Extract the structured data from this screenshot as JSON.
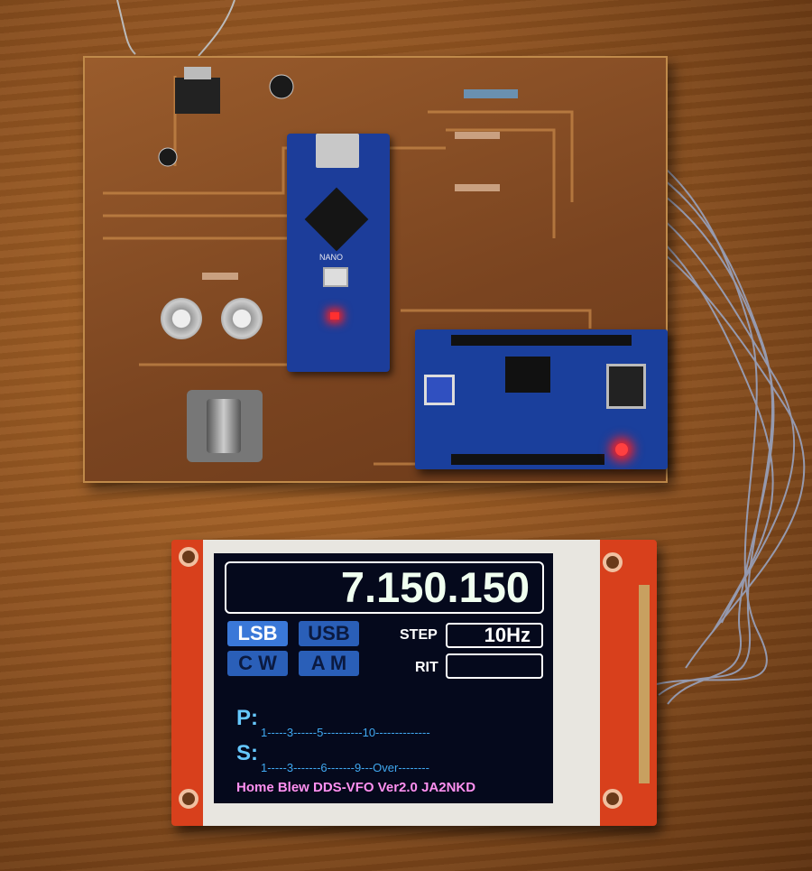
{
  "nano": {
    "label": "NANO"
  },
  "display": {
    "frequency": "7.150.150",
    "modes": [
      {
        "label": "LSB",
        "active": true
      },
      {
        "label": "USB",
        "active": false
      },
      {
        "label": "C W",
        "active": false
      },
      {
        "label": "A M",
        "active": false
      }
    ],
    "step_label": "STEP",
    "step_value": "10Hz",
    "rit_label": "RIT",
    "rit_value": "",
    "power_label": "P:",
    "power_scale": "1-----3------5----------10--------------",
    "s_label": "S:",
    "s_scale": "1-----3-------6-------9---Over--------",
    "footer": "Home Blew DDS-VFO Ver2.0 JA2NKD"
  },
  "colors": {
    "frequency": "#f0fff0",
    "mode_active": "#3a78d8",
    "mode_inactive": "#2a5fb8",
    "scale": "#40a8f0",
    "footer": "#ff90f0"
  }
}
